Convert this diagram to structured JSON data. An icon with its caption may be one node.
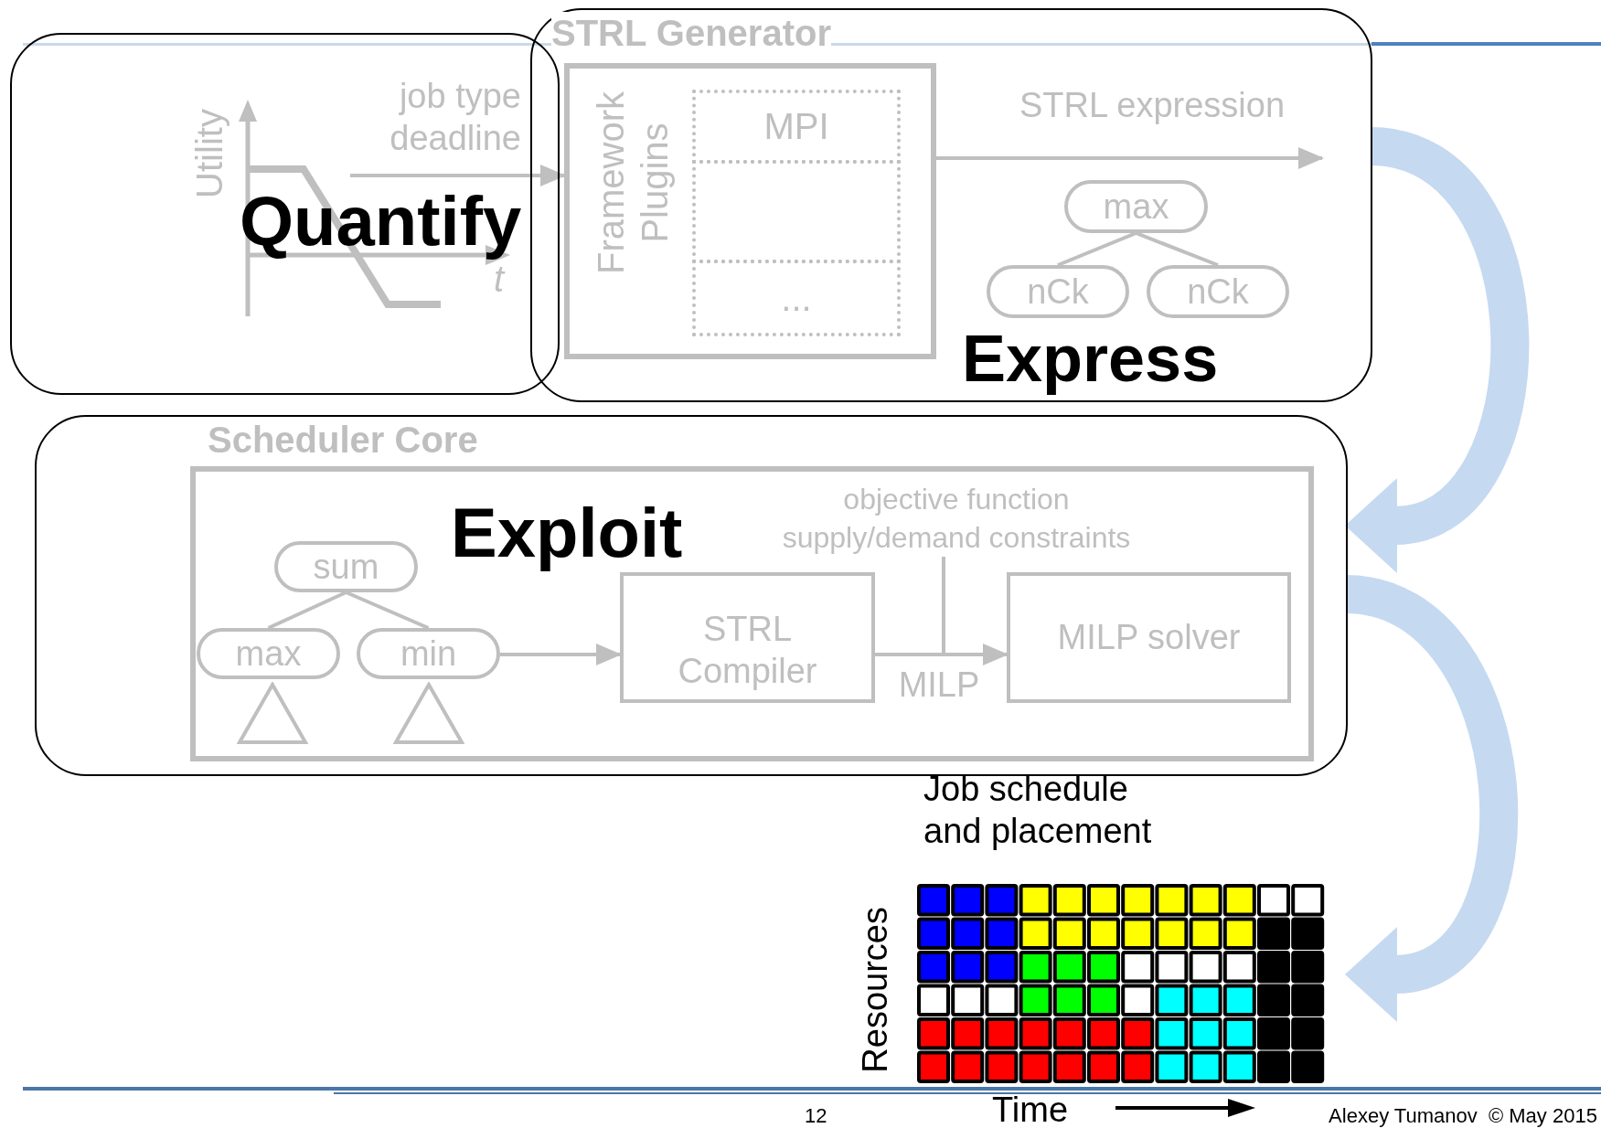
{
  "diagram": {
    "nodes": [
      {
        "text": [
          "Quantify"
        ]
      },
      {
        "text": [
          "STRL Generator",
          "Express"
        ]
      },
      {
        "text": [
          "Framework Plugins"
        ],
        "in": 1
      },
      {
        "text": [
          "MPI"
        ],
        "in": 2
      },
      {
        "text": [],
        "shape": "box",
        "in": 2
      },
      {
        "text": [
          "..."
        ],
        "in": 2
      },
      {
        "text": [
          "max"
        ],
        "in": 1
      },
      {
        "text": [
          "nCk"
        ],
        "in": 1
      },
      {
        "text": [
          "nCk"
        ],
        "in": 1
      },
      {
        "text": [
          "Scheduler Core"
        ]
      },
      {
        "text": [
          "Exploit"
        ],
        "in": 9
      },
      {
        "text": [
          "sum"
        ],
        "in": 10
      },
      {
        "text": [
          "max"
        ],
        "in": 10
      },
      {
        "text": [
          "min"
        ],
        "in": 10
      },
      {
        "text": [],
        "shape": "triangle",
        "in": 10
      },
      {
        "text": [],
        "shape": "triangle",
        "in": 10
      },
      {
        "text": [
          "STRL Compiler"
        ],
        "in": 10
      },
      {
        "text": [
          "MILP solver"
        ],
        "in": 10
      },
      {
        "text": [
          "objective function supply/demand constraints"
        ],
        "in": 10
      },
      {
        "text": [
          "Job schedule and placement"
        ],
        "beside": [
          "Resources",
          "Time"
        ]
      }
    ],
    "edges": [
      {
        "from": 6,
        "to": 7,
        "arrow": "none"
      },
      {
        "from": 6,
        "to": 8,
        "arrow": "none"
      },
      {
        "from": 0,
        "to": 2,
        "arrow": "to",
        "label": "job type deadline"
      },
      {
        "from": 2,
        "to": null,
        "arrow": "to",
        "label": "STRL expression"
      },
      {
        "from": 1,
        "to": 9,
        "arrow": "to",
        "style": "thick",
        "color": "#c5d9f1"
      },
      {
        "from": 11,
        "to": 12,
        "arrow": "none"
      },
      {
        "from": 11,
        "to": 13,
        "arrow": "none"
      },
      {
        "from": 13,
        "to": 16,
        "arrow": "to"
      },
      {
        "from": 16,
        "to": 17,
        "arrow": "to",
        "label": "MILP"
      },
      {
        "from": 18,
        "to": null,
        "arrow": "none"
      },
      {
        "from": 9,
        "to": 19,
        "arrow": "to",
        "style": "thick",
        "color": "#c5d9f1"
      }
    ],
    "labels": [
      "Utility",
      "t",
      "12",
      "Alexey Tumanov  © May 2015"
    ]
  }
}
